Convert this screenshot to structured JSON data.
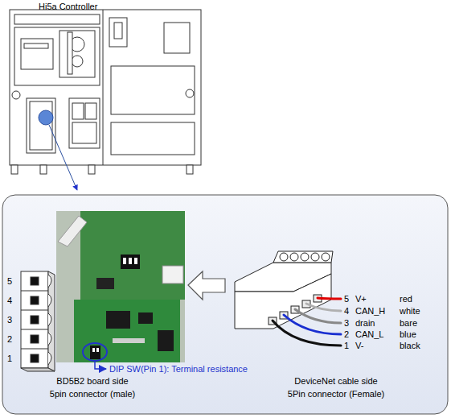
{
  "diagram": {
    "labels": [
      "Hi5a Controller",
      "5",
      "4",
      "3",
      "2",
      "1",
      "5",
      "V+",
      "red",
      "4",
      "CAN_H",
      "white",
      "3",
      "drain",
      "bare",
      "2",
      "CAN_L",
      "blue",
      "1",
      "V-",
      "black",
      "DIP SW(Pin 1): Terminal resistance",
      "BD5B2 board side",
      "5pin connector (male)",
      "DeviceNet cable side",
      "5Pin connector (Female)"
    ]
  }
}
